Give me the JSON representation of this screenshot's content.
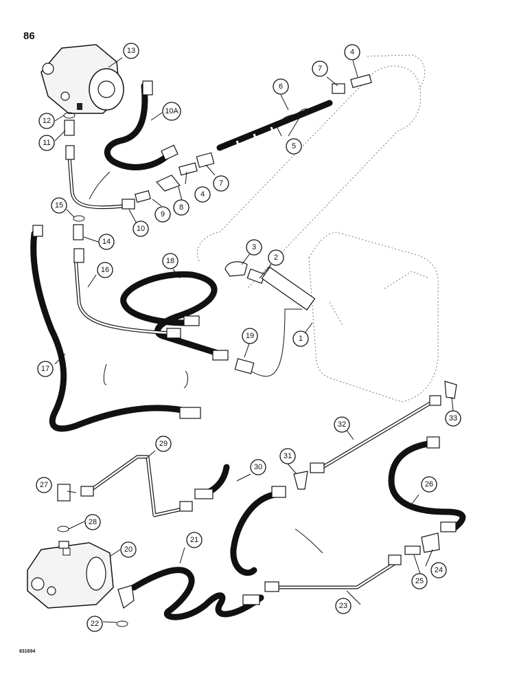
{
  "page_number": "86",
  "reference_code": "831694",
  "callouts": [
    "1",
    "2",
    "3",
    "4",
    "5",
    "6",
    "7",
    "8",
    "9",
    "10",
    "10A",
    "11",
    "12",
    "13",
    "14",
    "15",
    "16",
    "17",
    "18",
    "19",
    "20",
    "21",
    "22",
    "23",
    "24",
    "25",
    "26",
    "27",
    "28",
    "29",
    "30",
    "31",
    "32",
    "33"
  ]
}
